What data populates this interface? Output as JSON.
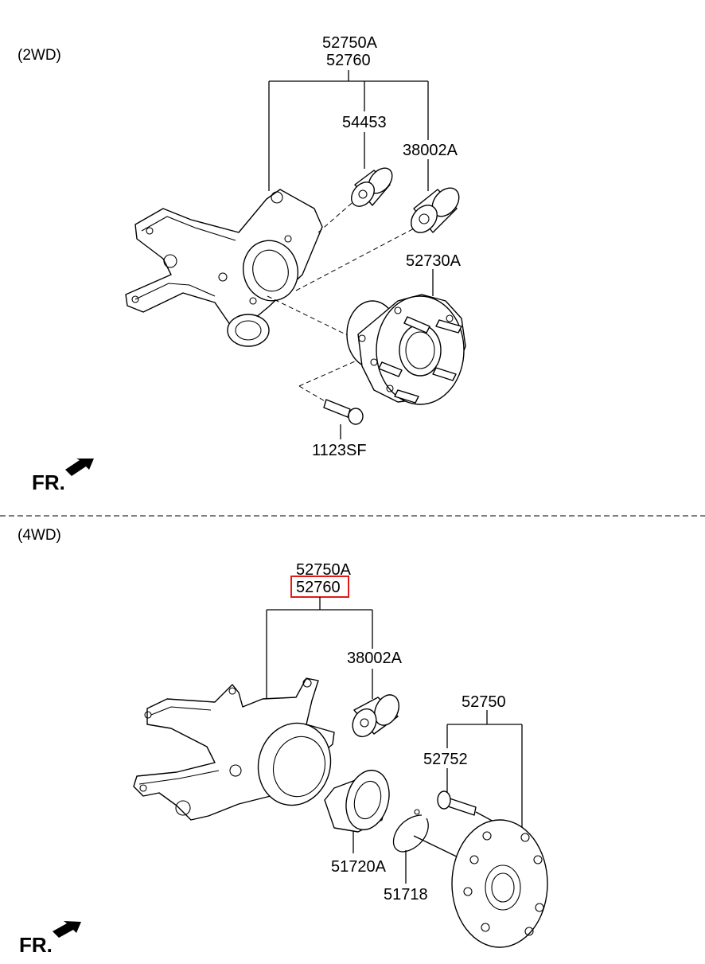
{
  "sections": {
    "top": {
      "label": "(2WD)",
      "parts": {
        "assembly_a": "52750A",
        "assembly_b": "52760",
        "bushing_1": "54453",
        "bushing_2": "38002A",
        "hub": "52730A",
        "bolt": "1123SF"
      },
      "front_marker": "FR."
    },
    "bottom": {
      "label": "(4WD)",
      "parts": {
        "assembly_a": "52750A",
        "assembly_b": "52760",
        "bushing": "38002A",
        "hub_assembly": "52750",
        "hub_bolt": "52752",
        "bearing": "51720A",
        "snap_ring": "51718"
      },
      "front_marker": "FR.",
      "highlighted_part": "52760",
      "highlight_color": "#e01919"
    }
  }
}
